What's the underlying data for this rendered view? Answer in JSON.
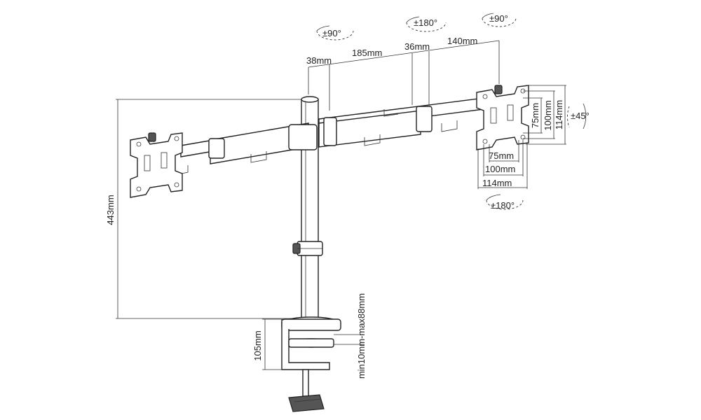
{
  "dimensions": {
    "height_pole": "443mm",
    "clamp_height": "105mm",
    "clamp_range": "min10mm-max88mm",
    "seg_38": "38mm",
    "seg_185": "185mm",
    "seg_36": "36mm",
    "seg_140": "140mm",
    "vesa_75_v": "75mm",
    "vesa_100_v": "100mm",
    "vesa_114_v": "114mm",
    "vesa_75_h": "75mm",
    "vesa_100_h": "100mm",
    "vesa_114_h": "114mm"
  },
  "rotations": {
    "rot_left": "±90°",
    "rot_mid": "±180°",
    "rot_right": "±90°",
    "tilt": "±45°",
    "swivel": "±180°"
  }
}
